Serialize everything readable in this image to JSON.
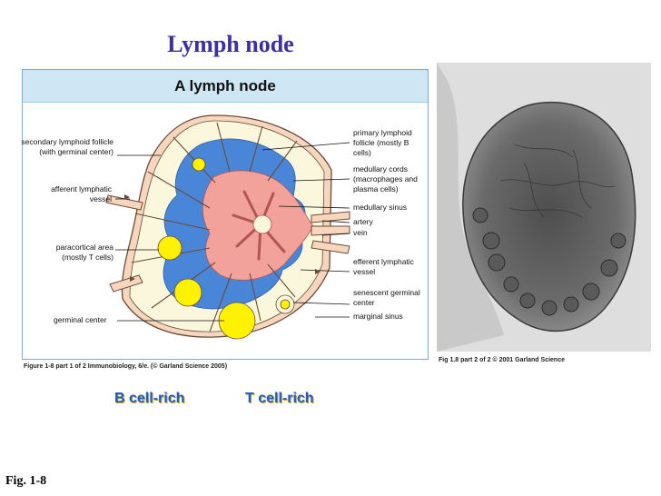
{
  "slide": {
    "title": "Lymph node",
    "figure_ref": "Fig. 1-8"
  },
  "diagram": {
    "header": "A lymph node",
    "labels_left": {
      "secondary_follicle": "secondary lymphoid follicle (with germinal center)",
      "afferent_vessel": "afferent lymphatic vessel",
      "paracortical_area": "paracortical area (mostly T cells)",
      "germinal_center": "germinal center"
    },
    "labels_right": {
      "primary_follicle": "primary lymphoid follicle (mostly B cells)",
      "medullary_cords": "medullary cords (macrophages and plasma cells)",
      "medullary_sinus": "medullary sinus",
      "artery": "artery",
      "vein": "vein",
      "efferent_vessel": "efferent lymphatic vessel",
      "senescent_gc": "senescent germinal center",
      "marginal_sinus": "marginal sinus"
    },
    "credit": "Figure 1-8 part 1 of 2  Immunobiology, 6/e. (© Garland Science 2005)",
    "colors": {
      "b_cell_zone": "#fbf7dc",
      "t_cell_zone": "#4a86d8",
      "medulla": "#f2a29b",
      "capsule": "#f6d7bd",
      "follicle": "#fff200"
    }
  },
  "photo": {
    "caption": "Fig 1.8 part 2 of 2  © 2001 Garland Science"
  },
  "legend": {
    "b_cell": "B cell-rich",
    "t_cell": "T cell-rich"
  }
}
